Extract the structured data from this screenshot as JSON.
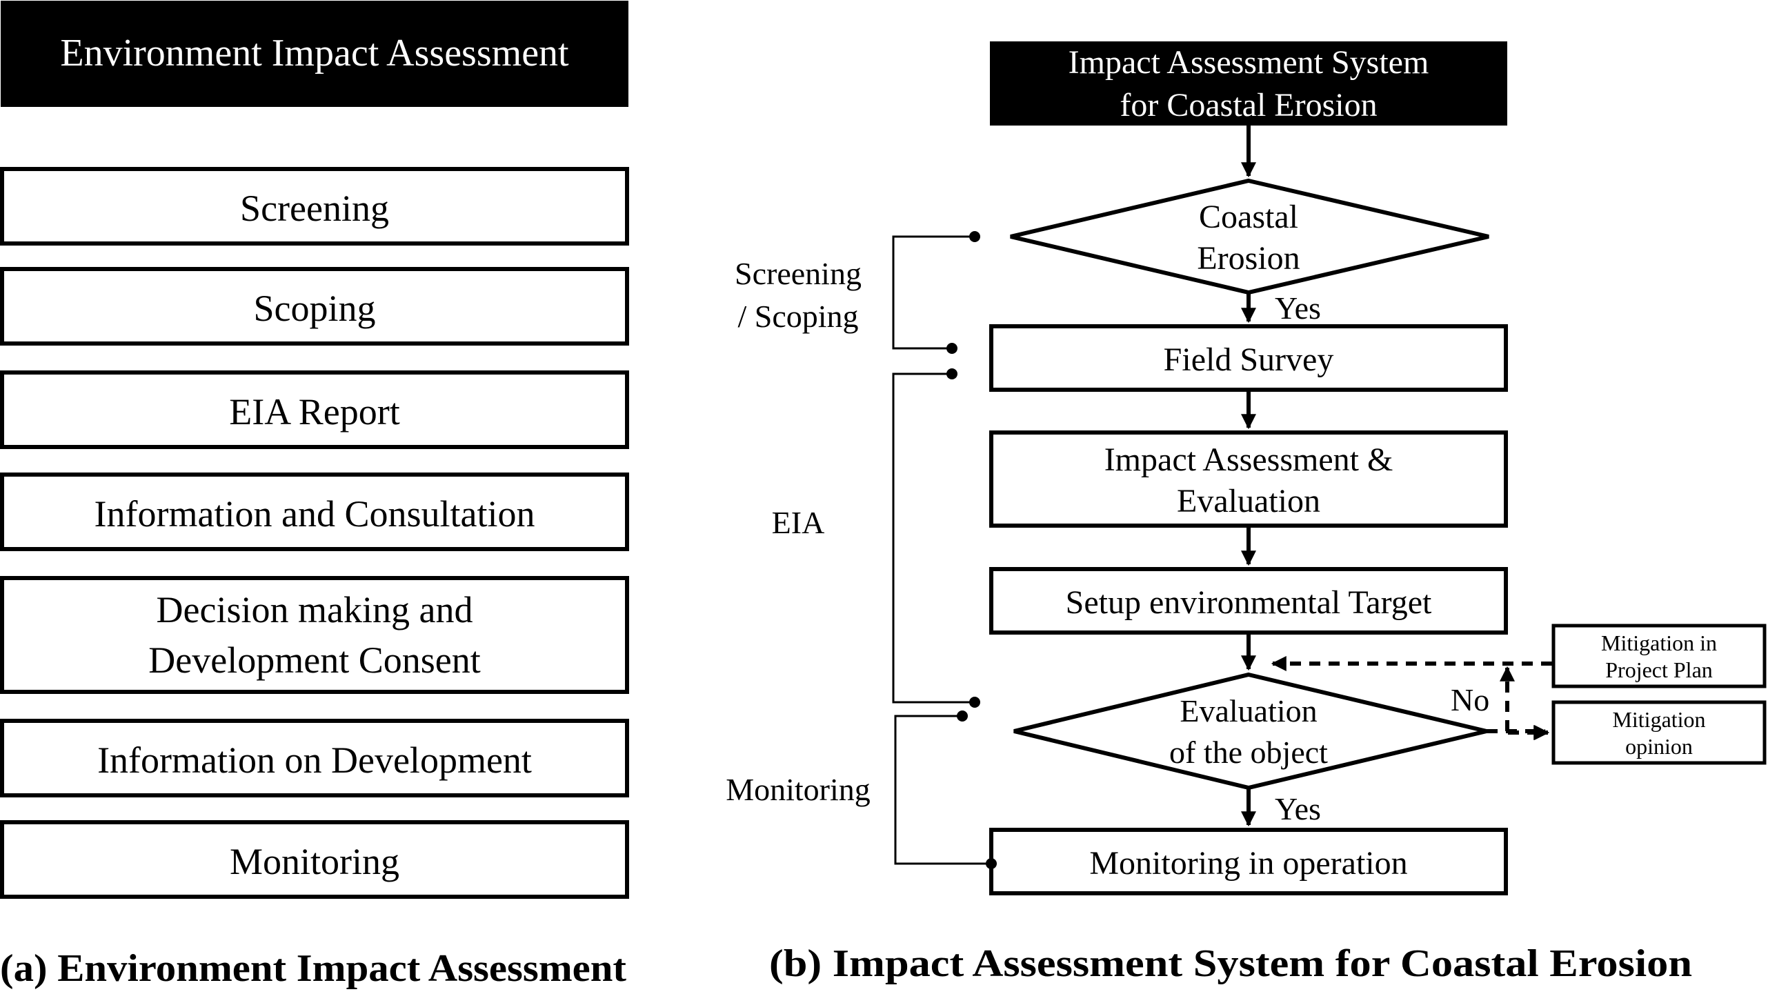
{
  "left_panel": {
    "header": "Environment Impact Assessment",
    "steps": [
      {
        "lines": [
          "Screening"
        ]
      },
      {
        "lines": [
          "Scoping"
        ]
      },
      {
        "lines": [
          "EIA Report"
        ]
      },
      {
        "lines": [
          "Information and Consultation"
        ]
      },
      {
        "lines": [
          "Decision making and",
          "Development Consent"
        ]
      },
      {
        "lines": [
          "Information on Development"
        ]
      },
      {
        "lines": [
          "Monitoring"
        ]
      }
    ],
    "caption": "(a) Environment Impact Assessment"
  },
  "right_panel": {
    "header_lines": [
      "Impact Assessment System",
      "for Coastal Erosion"
    ],
    "decision_coastal": [
      "Coastal",
      "Erosion"
    ],
    "yes_label": "Yes",
    "no_label": "No",
    "field_survey": "Field Survey",
    "impact_eval": [
      "Impact Assessment &",
      "Evaluation"
    ],
    "setup_target": "Setup environmental Target",
    "decision_object": [
      "Evaluation",
      "of the object"
    ],
    "monitoring_operation": "Monitoring in operation",
    "mitigation_plan": [
      "Mitigation in",
      "Project Plan"
    ],
    "mitigation_opinion": [
      "Mitigation",
      "opinion"
    ],
    "phase_labels": {
      "screening_scoping": [
        "Screening",
        "/ Scoping"
      ],
      "eia": "EIA",
      "monitoring": "Monitoring"
    },
    "caption": "(b) Impact Assessment System for Coastal Erosion"
  },
  "colors": {
    "header_fill": "#000000",
    "header_text": "#ffffff",
    "stroke": "#000000",
    "text": "#000000",
    "background": "#ffffff"
  }
}
